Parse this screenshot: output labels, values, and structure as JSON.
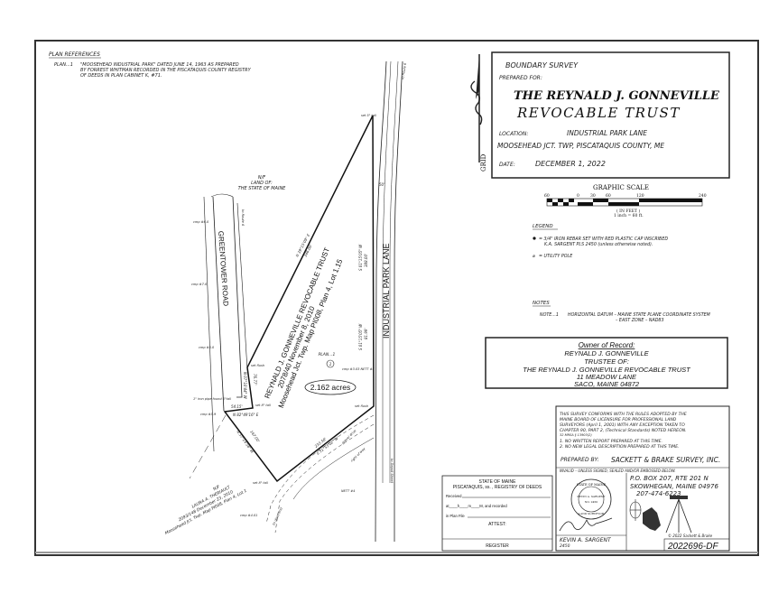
{
  "plan_references": {
    "heading": "PLAN REFERENCES",
    "items": [
      {
        "id": "PLAN...1",
        "lines": [
          "\"MOOSEHEAD INDUSTRIAL PARK\" DATED JUNE 14, 1963 AS PREPARED",
          "BY FORREST WHITMAN RECORDED IN THE PISCATAQUIS COUNTY REGISTRY",
          "OF DEEDS IN PLAN CABINET K, #71."
        ]
      }
    ]
  },
  "title_block": {
    "type": "BOUNDARY SURVEY",
    "prepared_for_label": "PREPARED FOR:",
    "client_line1": "THE REYNALD J. GONNEVILLE",
    "client_line2": "REVOCABLE TRUST",
    "location_label": "LOCATION:",
    "location": "INDUSTRIAL PARK LANE",
    "town": "MOOSEHEAD JCT. TWP, PISCATAQUIS COUNTY, ME",
    "date_label": "DATE:",
    "date": "DECEMBER 1, 2022",
    "north_label": "GRID"
  },
  "graphic_scale": {
    "title": "GRAPHIC SCALE",
    "ticks": [
      "60",
      "0",
      "30",
      "60",
      "120",
      "240"
    ],
    "unit": "( IN FEET )",
    "ratio": "1 inch = 60 ft."
  },
  "legend": {
    "heading": "LEGEND",
    "rebar_line1": "= 3/4\" IRON REBAR SET WITH RED PLASTIC CAP INSCRIBED",
    "rebar_line2": "K.A. SARGENT PLS 2450   (unless otherwise noted).",
    "pole": "= UTILITY POLE"
  },
  "notes": {
    "heading": "NOTES",
    "note1_id": "NOTE...1",
    "note1_line1": "HORIZONTAL DATUM – MAINE STATE PLANE COORDINATE SYSTEM",
    "note1_line2": "– EAST ZONE – NAD83"
  },
  "owner": {
    "heading": "Owner of Record:",
    "name": "REYNALD J. GONNEVILLE",
    "trustee": "TRUSTEE OF:",
    "trust": "THE REYNALD J. GONNEVILLE REVOCABLE TRUST",
    "street": "11 MEADOW LANE",
    "city": "SACO, MAINE 04872"
  },
  "certification": {
    "lines": [
      "THIS SURVEY CONFORMS WITH THE RULES ADOPTED BY THE",
      "MAINE BOARD OF LICENSURE FOR PROFESSIONAL LAND",
      "SURVEYORS (April 1, 2001) WITH ANY EXCEPTION TAKEN TO",
      "CHAPTER 90, PART 2, (Technical Standards) NOTED HEREON.",
      "32 MRSA § 13903(2)"
    ],
    "note1": "1. NO WRITTEN REPORT PREPARED AT THIS TIME.",
    "note2": "2. NO NEW LEGAL DESCRIPTION PREPARED AT THIS TIME.",
    "prepared_by_label": "PREPARED BY:",
    "firm": "SACKETT & BRAKE SURVEY, INC.",
    "invalid": "INVALID – UNLESS SIGNED, SEALED AND/OR EMBOSSED BELOW.",
    "address1": "P.O. BOX 207, RTE 201 N",
    "address2": "SKOWHEGAN, MAINE 04976",
    "phone": "207-474-6223",
    "seal_outer": "STATE OF MAINE",
    "seal_name": "KEVIN A. SARGENT",
    "seal_no": "NO. 2450",
    "seal_bottom": "LAND SURVEYOR",
    "surveyor": "KEVIN A. SARGENT",
    "license": "2450",
    "copyright": "© 2022 Sackett & Brake",
    "job_number": "2022696-DF"
  },
  "registry": {
    "line1": "STATE OF MAINE",
    "line2": "PISCATAQUIS, ss. , REGISTRY OF DEEDS",
    "received": "Received",
    "at": "at____h____m____M, and recorded",
    "plan_file": "in Plan File",
    "attest": "ATTEST:",
    "register": "REGISTER"
  },
  "map": {
    "road_east": "INDUSTRIAL PARK LANE",
    "road_west": "GREENTOWER ROAD",
    "state_land": [
      "N/F",
      "LAND OF:",
      "THE STATE OF MAINE"
    ],
    "parcel": [
      "REYNALD J. GONNEVILLE REVOCABLE TRUST",
      "2078/40 November 8, 2010",
      "Moosehead Jct. Twp. Map PI008, Plan 4, Lot 1.15"
    ],
    "acreage": "2.162 acres",
    "abutter": [
      "N/F",
      "LAURA A. THERIAULT",
      "2093/148 December 23, 2010",
      "Moosehead Jct. Twp. Map PI008, Plan 4, Lot 1"
    ],
    "plan_ref": "PLAN...1",
    "plan_ref_num": "1",
    "bearings": {
      "nw_line": "N 39°15'09\" E",
      "nw_dist": "346.00'",
      "east_line": "S 01°15'05\" W",
      "east_dist": "388.00'",
      "east2_line": "S 01°15'05\" W",
      "east2_dist": "81.99'",
      "west_line": "N 07°10'44\" W",
      "west_dist": "76.77'",
      "north_line": "N 82°49'16\" E",
      "north_dist": "54.15'",
      "sw_line": "N 37°14'58\" W",
      "sw_dist": "167.00'",
      "se_line": "S 51°53'02\" W",
      "se_dist": "233.58'",
      "row_width": "50'"
    },
    "monuments": [
      "set 5\" tall",
      "set flush",
      "set 8\" tall",
      "set 8\" tall",
      "set flush",
      "1\" iron pipe found 6\"tall",
      "cmp #5.9",
      "cmp #6.0",
      "cmp #7.0",
      "cmp #5.0",
      "cmp #3.03 NETT #5",
      "NETT #4",
      "cmp #4.01",
      "to Route 6",
      "to Route 6",
      "to Depot Street",
      "gravel drive",
      "right of way",
      "to dead end"
    ]
  }
}
